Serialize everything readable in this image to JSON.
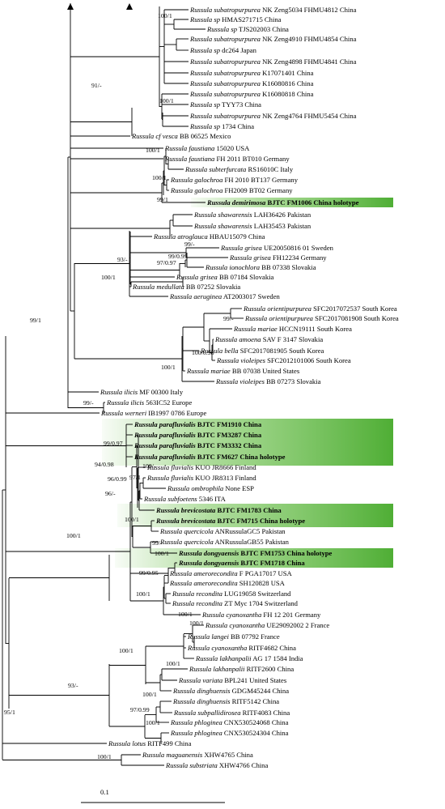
{
  "taxa": [
    {
      "name": "Russula subatropurpurea",
      "voucher": "NK Zeng5034 FHMU4812 China"
    },
    {
      "name": "Russula sp",
      "voucher": "HMAS271715 China"
    },
    {
      "name": "Russula sp",
      "voucher": "TJS202003 China"
    },
    {
      "name": "Russula subatropurpurea",
      "voucher": "NK Zeng4910 FHMU4854 China"
    },
    {
      "name": "Russula sp",
      "voucher": "dc264 Japan"
    },
    {
      "name": "Russula subatropurpurea",
      "voucher": "NK Zeng4898 FHMU4841 China"
    },
    {
      "name": "Russula subatropurpurea",
      "voucher": "K17071401 China"
    },
    {
      "name": "Russula subatropurpurea",
      "voucher": "K16080816 China"
    },
    {
      "name": "Russula subatropurpurea",
      "voucher": "K16080818 China"
    },
    {
      "name": "Russula sp",
      "voucher": "TYY73 China"
    },
    {
      "name": "Russula subatropurpurea",
      "voucher": "NK Zeng4764 FHMU5454 China"
    },
    {
      "name": "Russula sp",
      "voucher": "1734 China"
    },
    {
      "name": "Russula cf vesca",
      "voucher": "BB 06525 Mexico"
    },
    {
      "name": "Russula faustiana",
      "voucher": "15020 USA"
    },
    {
      "name": "Russula faustiana",
      "voucher": "FH 2011 BT010 Germany"
    },
    {
      "name": "Russula subterfurcata",
      "voucher": "RS16010C Italy"
    },
    {
      "name": "Russula galochroa",
      "voucher": "FH 2010 BT137 Germany"
    },
    {
      "name": "Russula galochroa",
      "voucher": "FH2009 BT02 Germany"
    },
    {
      "name": "Russula demirimosa",
      "voucher": "BJTC FM1006 China holotype",
      "new": true
    },
    {
      "name": "Russula shawarensis",
      "voucher": "LAH36426 Pakistan"
    },
    {
      "name": "Russula shawarensis",
      "voucher": "LAH35453 Pakistan"
    },
    {
      "name": "Russula atroglauca",
      "voucher": "HBAU15079 China"
    },
    {
      "name": "Russula grisea",
      "voucher": "UE20050816 01 Sweden"
    },
    {
      "name": "Russula grisea",
      "voucher": "FH12234 Germany"
    },
    {
      "name": "Russula ionochlora",
      "voucher": "BB 07338 Slovakia"
    },
    {
      "name": "Russula grisea",
      "voucher": "BB 07184 Slovakia"
    },
    {
      "name": "Russula medullata",
      "voucher": "BB 07252 Slovakia"
    },
    {
      "name": "Russula aeruginea",
      "voucher": "AT2003017 Sweden"
    },
    {
      "name": "Russula orientipurpurea",
      "voucher": "SFC2017072537 South Korea"
    },
    {
      "name": "Russula orientipurpurea",
      "voucher": "SFC2017081908 South Korea"
    },
    {
      "name": "Russula mariae",
      "voucher": "HCCN19111 South Korea"
    },
    {
      "name": "Russula amoena",
      "voucher": "SAV F 3147 Slovakia"
    },
    {
      "name": "Russula bella",
      "voucher": "SFC2017081905 South Korea"
    },
    {
      "name": "Russula violeipes",
      "voucher": "SFC2012101006 South Korea"
    },
    {
      "name": "Russula mariae",
      "voucher": "BB 07038 United States"
    },
    {
      "name": "Russula violeipes",
      "voucher": "BB 07273 Slovakia"
    },
    {
      "name": "Russula ilicis",
      "voucher": "MF 00300 Italy"
    },
    {
      "name": "Russula ilicis",
      "voucher": "563IC52 Europe"
    },
    {
      "name": "Russula werneri",
      "voucher": "IB1997 0786 Europe"
    },
    {
      "name": "Russula parafluvialis",
      "voucher": "BJTC FM1910 China",
      "new": true
    },
    {
      "name": "Russula parafluvialis",
      "voucher": "BJTC FM3287 China",
      "new": true
    },
    {
      "name": "Russula parafluvialis",
      "voucher": "BJTC FM3332 China",
      "new": true
    },
    {
      "name": "Russula parafluvialis",
      "voucher": "BJTC FM627 China holotype",
      "new": true
    },
    {
      "name": "Russula fluvialis",
      "voucher": "KUO JR8666 Finland"
    },
    {
      "name": "Russula fluvialis",
      "voucher": "KUO JR8313 Finland"
    },
    {
      "name": "Russula ombrophila",
      "voucher": "None ESP"
    },
    {
      "name": "Russula subfoetens",
      "voucher": "5346 ITA"
    },
    {
      "name": "Russula brevicostata",
      "voucher": "BJTC FM1783 China",
      "new": true
    },
    {
      "name": "Russula brevicostata",
      "voucher": "BJTC FM715 China holotype",
      "new": true
    },
    {
      "name": "Russula quercicola",
      "voucher": "ANRussulaGC5 Pakistan"
    },
    {
      "name": "Russula quercicola",
      "voucher": "ANRussulaGB55 Pakistan"
    },
    {
      "name": "Russula dongyaensis",
      "voucher": "BJTC FM1753 China holotype",
      "new": true
    },
    {
      "name": "Russula dongyaensis",
      "voucher": "BJTC FM1718 China",
      "new": true
    },
    {
      "name": "Russula amerorecondita",
      "voucher": "F PGA17017 USA"
    },
    {
      "name": "Russula amerorecondita",
      "voucher": "SH120828 USA"
    },
    {
      "name": "Russula recondita",
      "voucher": "LUG19058 Switzerland"
    },
    {
      "name": "Russula recondita",
      "voucher": "ZT Myc 1704 Switzerland"
    },
    {
      "name": "Russula cyanoxantha",
      "voucher": "FH 12 201 Germany"
    },
    {
      "name": "Russula cyanoxantha",
      "voucher": "UE29092002 2 France"
    },
    {
      "name": "Russula langei",
      "voucher": "BB 07792 France"
    },
    {
      "name": "Russula cyanoxantha",
      "voucher": "RITF4682 China"
    },
    {
      "name": "Russula lakhanpalii",
      "voucher": "AG 17 1584 India"
    },
    {
      "name": "Russula lakhanpalii",
      "voucher": "RITF2600 China"
    },
    {
      "name": "Russula variata",
      "voucher": "BPL241 United States"
    },
    {
      "name": "Russula dinghuensis",
      "voucher": "GDGM45244 China"
    },
    {
      "name": "Russula dinghuensis",
      "voucher": "RITF5142 China"
    },
    {
      "name": "Russula subpallidirosea",
      "voucher": "RITF4083 China"
    },
    {
      "name": "Russula phloginea",
      "voucher": "CNX530524068 China"
    },
    {
      "name": "Russula phloginea",
      "voucher": "CNX530524304 China"
    },
    {
      "name": "Russula lotus",
      "voucher": "RITF499 China"
    },
    {
      "name": "Russula maguanensis",
      "voucher": "XHW4765 China"
    },
    {
      "name": "Russula substriata",
      "voucher": "XHW4766 China"
    }
  ],
  "support": [
    "100/1",
    "91/-",
    "100/1",
    "100/1",
    "100/1",
    "99/1",
    "93/-",
    "99/-",
    "99/0.99",
    "97/0.97",
    "100/1",
    "99/-",
    "100/0.98",
    "100/1",
    "99/1",
    "99/-",
    "99/0.97",
    "94/0.98",
    "100/-",
    "96/0.99",
    "97/1",
    "96/-",
    "100/1",
    "99/-",
    "100/1",
    "100/1",
    "91/-",
    "99/0.95",
    "100/1",
    "99/0.99",
    "100/1",
    "100/1",
    "100/1",
    "100/1",
    "93/-",
    "100/1",
    "97/0.99",
    "100/1",
    "95/1",
    "100/1"
  ],
  "scale_bar": "0.1",
  "colors": {
    "highlight_green": "#6cc04a",
    "line": "#000000",
    "text": "#000000"
  }
}
